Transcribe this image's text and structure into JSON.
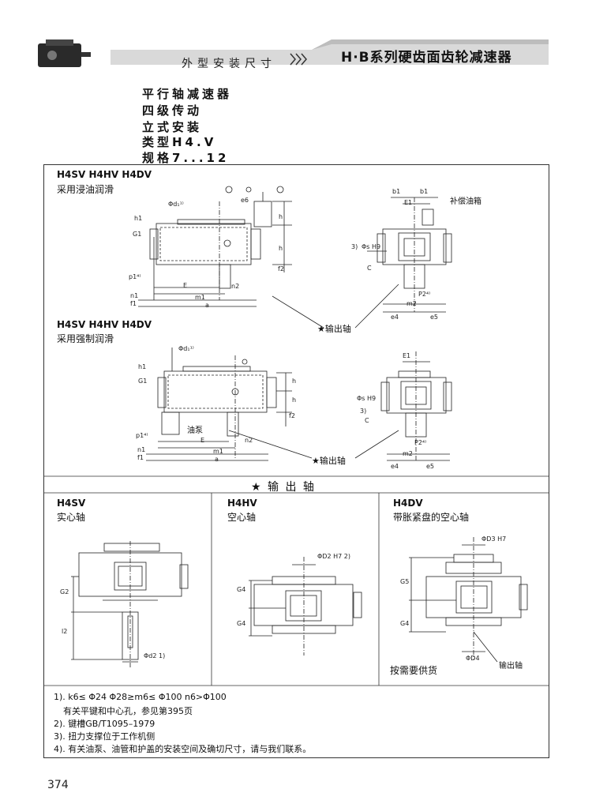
{
  "header": {
    "series_title": "H·B系列硬齿面齿轮减速器",
    "section_title": "外型安装尺寸"
  },
  "intro": {
    "lines": [
      "平行轴减速器",
      "四级传动",
      "立式安装",
      "类型H4.V",
      "规格7...12"
    ]
  },
  "upper": {
    "title_1": "H4SV H4HV H4DV",
    "lube_1": "采用浸油润滑",
    "title_2": "H4SV H4HV H4DV",
    "lube_2": "采用强制润滑",
    "comp_tank": "补偿油箱",
    "oil_pump": "油泵",
    "output_shaft_1": "★输出轴",
    "output_shaft_2": "★输出轴",
    "dims": {
      "d1": "Φd₁¹⁾",
      "e6": "e6",
      "h1": "h1",
      "G1": "G1",
      "f1": "f1",
      "h": "h",
      "f2": "f2",
      "p1": "p1⁴⁾",
      "n1": "n1",
      "E": "E",
      "n2": "n2",
      "m1": "m1",
      "a": "a",
      "b1": "b1",
      "E1": "E1",
      "s": "Φs H9",
      "mark3": "3)",
      "C": "C",
      "P2": "P2⁴⁾",
      "m2": "m2",
      "e4": "e4",
      "e5": "e5"
    }
  },
  "output_header": "★ 输 出 轴",
  "panels": [
    {
      "title": "H4SV",
      "subtitle": "实心轴",
      "dims": [
        "G2",
        "l2",
        "Φd2 1)"
      ]
    },
    {
      "title": "H4HV",
      "subtitle": "空心轴",
      "dims": [
        "ΦD2 H7 2)",
        "G4",
        "G4"
      ]
    },
    {
      "title": "H4DV",
      "subtitle": "带胀紧盘的空心轴",
      "dims": [
        "ΦD3 H7",
        "G5",
        "G4",
        "ΦD4"
      ],
      "output_label": "输出轴",
      "on_request": "按需要供货"
    }
  ],
  "notes": [
    "1). k6≤ Φ24  Φ28≥m6≤ Φ100  n6>Φ100",
    "有关平键和中心孔，参见第395页",
    "2). 键槽GB/T1095–1979",
    "3). 扭力支撑位于工作机侧",
    "4). 有关油泵、油管和护盖的安装空间及确切尺寸，请与我们联系。"
  ],
  "page_number": "374",
  "colors": {
    "banner": "#d4d4d4",
    "banner_dark": "#b8b8b8",
    "line": "#222222"
  }
}
